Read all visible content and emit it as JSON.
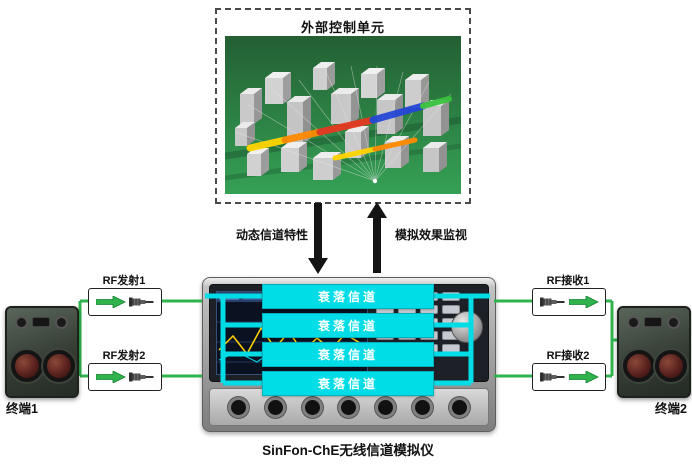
{
  "colors": {
    "accent-cyan": "#00dde6",
    "accent-green": "#2eb34d",
    "arrow-black": "#141414",
    "scene-green": "#2e8f4a"
  },
  "control_unit": {
    "title": "外部控制单元"
  },
  "links": {
    "down_arrow_label": "动态信道特性",
    "up_arrow_label": "模拟效果监视"
  },
  "emulator": {
    "caption": "SinFon-ChE无线信道模拟仪",
    "channels": [
      "衰落信道",
      "衰落信道",
      "衰落信道",
      "衰落信道"
    ]
  },
  "left_side": {
    "terminal_label": "终端1",
    "ports": [
      {
        "label": "RF发射1"
      },
      {
        "label": "RF发射2"
      }
    ]
  },
  "right_side": {
    "terminal_label": "终端2",
    "ports": [
      {
        "label": "RF接收1"
      },
      {
        "label": "RF接收2"
      }
    ]
  }
}
